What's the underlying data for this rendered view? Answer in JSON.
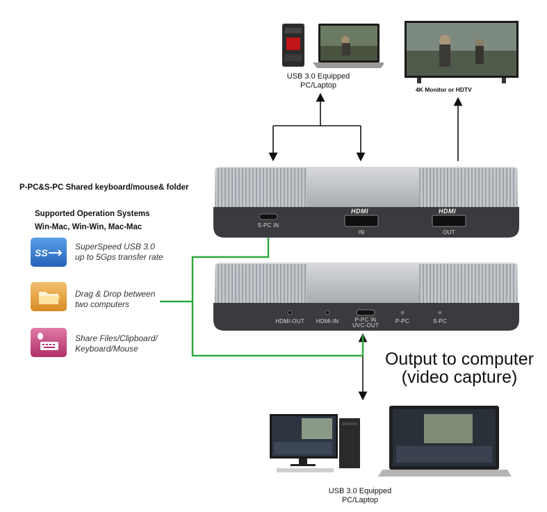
{
  "top_left_device_label": [
    "USB 3.0 Equipped",
    "PC/Laptop"
  ],
  "top_right_device_label": "4K Monitor or HDTV",
  "shared_title": "P-PC&S-PC Shared keyboard/mouse& folder",
  "os_title": "Supported Operation Systems",
  "os_list": "Win-Mac, Win-Win, Mac-Mac",
  "features": [
    {
      "icon": "usb-superspeed-icon",
      "lines": [
        "SuperSpeed USB 3.0",
        "up to 5Gps transfer rate"
      ],
      "color": "#3a7fd0"
    },
    {
      "icon": "folder-icon",
      "lines": [
        "Drag & Drop between",
        "two computers"
      ],
      "color": "#e0a040"
    },
    {
      "icon": "keyboard-mouse-icon",
      "lines": [
        "Share Files/Clipboard/",
        "Keyboard/Mouse"
      ],
      "color": "#c0407a"
    }
  ],
  "device_front": {
    "ports": [
      "S-PC IN",
      "IN",
      "OUT"
    ],
    "hdmi_logo": "HDMI"
  },
  "device_back": {
    "ports": [
      "HDMI-OUT",
      "HDMI-IN",
      "P-PC IN",
      "UVC-OUT",
      "P-PC",
      "S-PC"
    ]
  },
  "output_caption": [
    "Output to computer",
    "(video capture)"
  ],
  "bottom_device_label": [
    "USB 3.0 Equipped",
    "PC/Laptop"
  ],
  "accent_color": "#2aa83a"
}
